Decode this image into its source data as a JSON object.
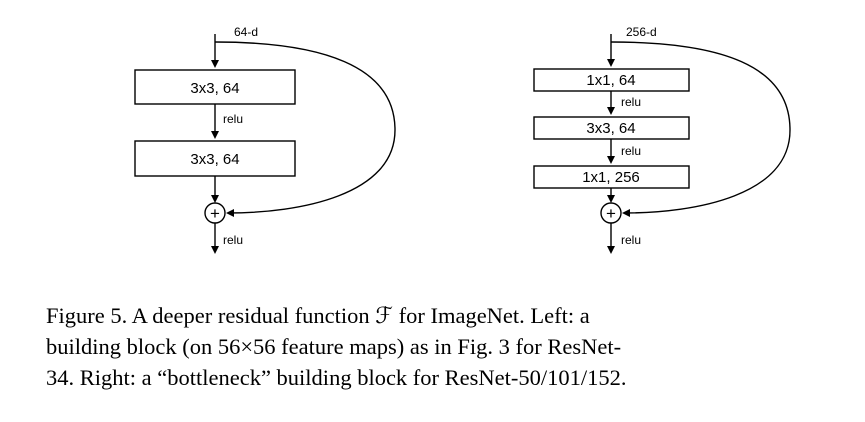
{
  "diagram": {
    "left_block": {
      "input_label": "64-d",
      "layers": [
        "3x3, 64",
        "3x3, 64"
      ],
      "activations": [
        "relu"
      ],
      "merge_symbol": "+",
      "output_label": "relu"
    },
    "right_block": {
      "input_label": "256-d",
      "layers": [
        "1x1, 64",
        "3x3, 64",
        "1x1, 256"
      ],
      "activations": [
        "relu",
        "relu"
      ],
      "merge_symbol": "+",
      "output_label": "relu"
    }
  },
  "caption": {
    "lines": [
      "Figure 5. A deeper residual function ℱ for ImageNet.  Left: a",
      "building block (on 56×56 feature maps) as in Fig. 3 for ResNet-",
      "34. Right: a “bottleneck” building block for ResNet-50/101/152."
    ]
  }
}
